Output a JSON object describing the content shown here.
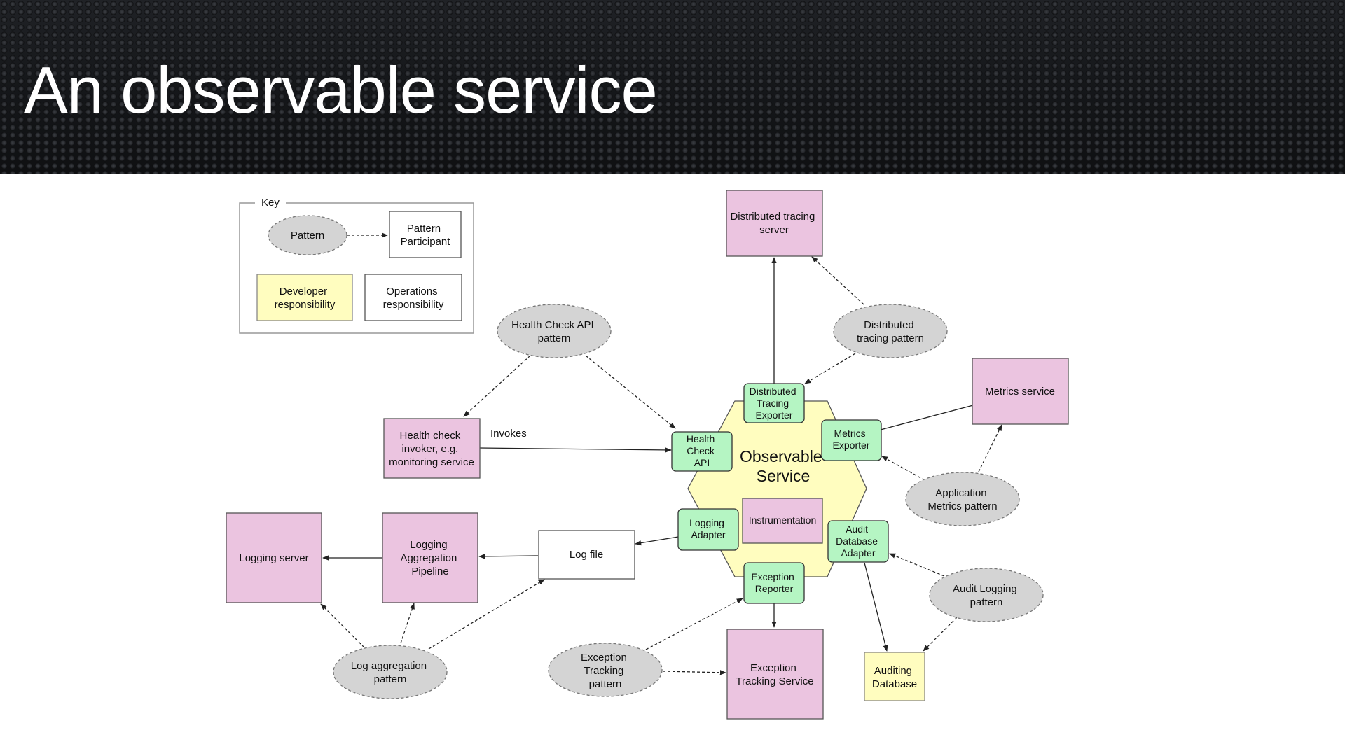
{
  "slide": {
    "title": "An observable service"
  },
  "key": {
    "label": "Key",
    "pattern": "Pattern",
    "participant": [
      "Pattern",
      "Participant"
    ],
    "developer": [
      "Developer",
      "responsibility"
    ],
    "operations": [
      "Operations",
      "responsibility"
    ]
  },
  "center": {
    "title": [
      "Observable",
      "Service"
    ],
    "instrumentation": "Instrumentation"
  },
  "adapters": {
    "tracing_exporter": [
      "Distributed",
      "Tracing",
      "Exporter"
    ],
    "health_api": [
      "Health",
      "Check",
      "API"
    ],
    "metrics_exporter": [
      "Metrics",
      "Exporter"
    ],
    "logging_adapter": [
      "Logging",
      "Adapter"
    ],
    "audit_adapter": [
      "Audit",
      "Database",
      "Adapter"
    ],
    "exception_reporter": [
      "Exception",
      "Reporter"
    ]
  },
  "participants": {
    "tracing_server": [
      "Distributed tracing",
      "server"
    ],
    "metrics_service": [
      "Metrics service"
    ],
    "health_invoker": [
      "Health check",
      "invoker, e.g.",
      "monitoring service"
    ],
    "logging_server": [
      "Logging server"
    ],
    "log_pipeline": [
      "Logging",
      "Aggregation",
      "Pipeline"
    ],
    "log_file": [
      "Log file"
    ],
    "exception_service": [
      "Exception",
      "Tracking Service"
    ],
    "auditing_db": [
      "Auditing",
      "Database"
    ]
  },
  "patterns": {
    "health_api": [
      "Health Check API",
      "pattern"
    ],
    "tracing": [
      "Distributed",
      "tracing pattern"
    ],
    "app_metrics": [
      "Application",
      "Metrics pattern"
    ],
    "audit_logging": [
      "Audit Logging",
      "pattern"
    ],
    "exception_tracking": [
      "Exception",
      "Tracking",
      "pattern"
    ],
    "log_aggregation": [
      "Log aggregation",
      "pattern"
    ]
  },
  "labels": {
    "invokes": "Invokes"
  },
  "colors": {
    "participant_fill": "#ebc4e0",
    "adapter_fill": "#b5f5c3",
    "developer_fill": "#fffdbf",
    "pattern_fill": "#d4d4d4",
    "header_bg": "#15171a"
  }
}
